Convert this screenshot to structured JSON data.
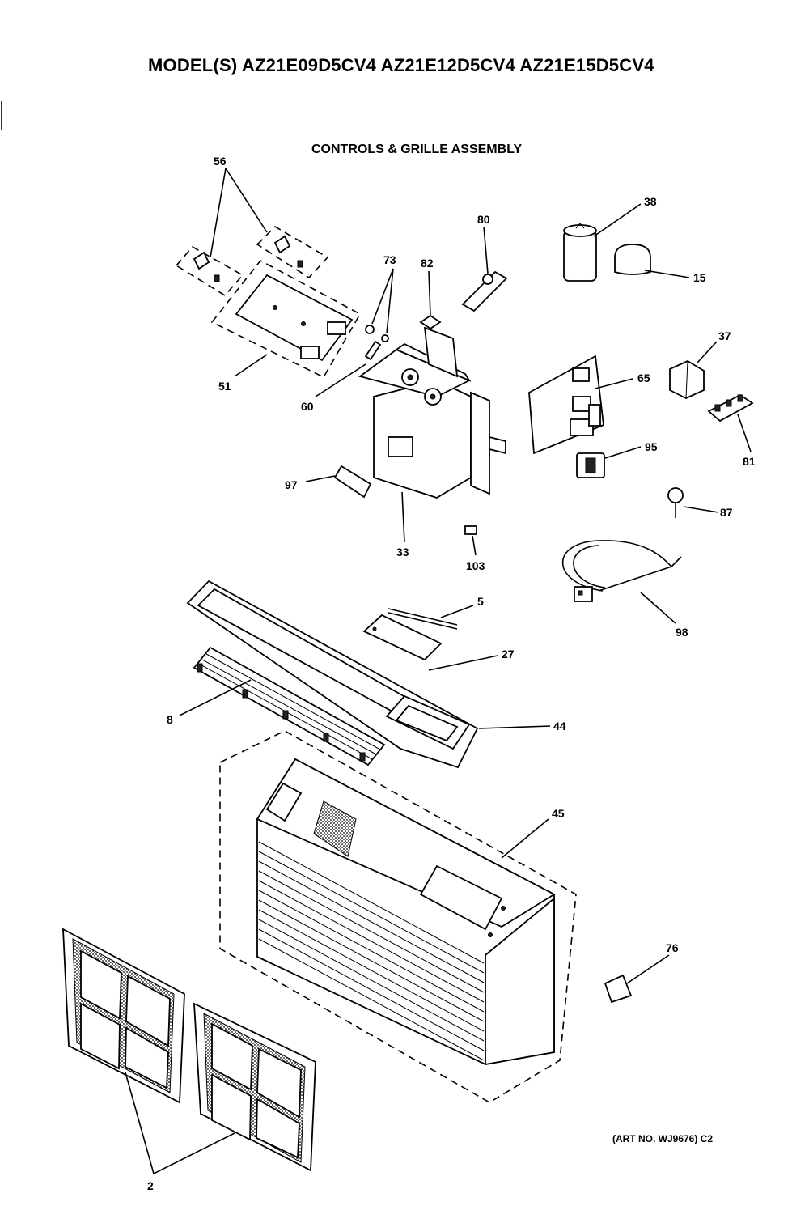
{
  "header": {
    "model_line": "MODEL(S) AZ21E09D5CV4  AZ21E12D5CV4  AZ21E15D5CV4",
    "section_title": "CONTROLS & GRILLE ASSEMBLY"
  },
  "footer": {
    "art_no": "(ART NO. WJ9676) C2"
  },
  "callouts": {
    "p56": "56",
    "p73": "73",
    "p82": "82",
    "p80": "80",
    "p38": "38",
    "p15": "15",
    "p37": "37",
    "p51": "51",
    "p60": "60",
    "p65": "65",
    "p81": "81",
    "p95": "95",
    "p97": "97",
    "p33": "33",
    "p103": "103",
    "p87": "87",
    "p98": "98",
    "p5": "5",
    "p27": "27",
    "p8": "8",
    "p44": "44",
    "p45": "45",
    "p76": "76",
    "p2": "2"
  }
}
